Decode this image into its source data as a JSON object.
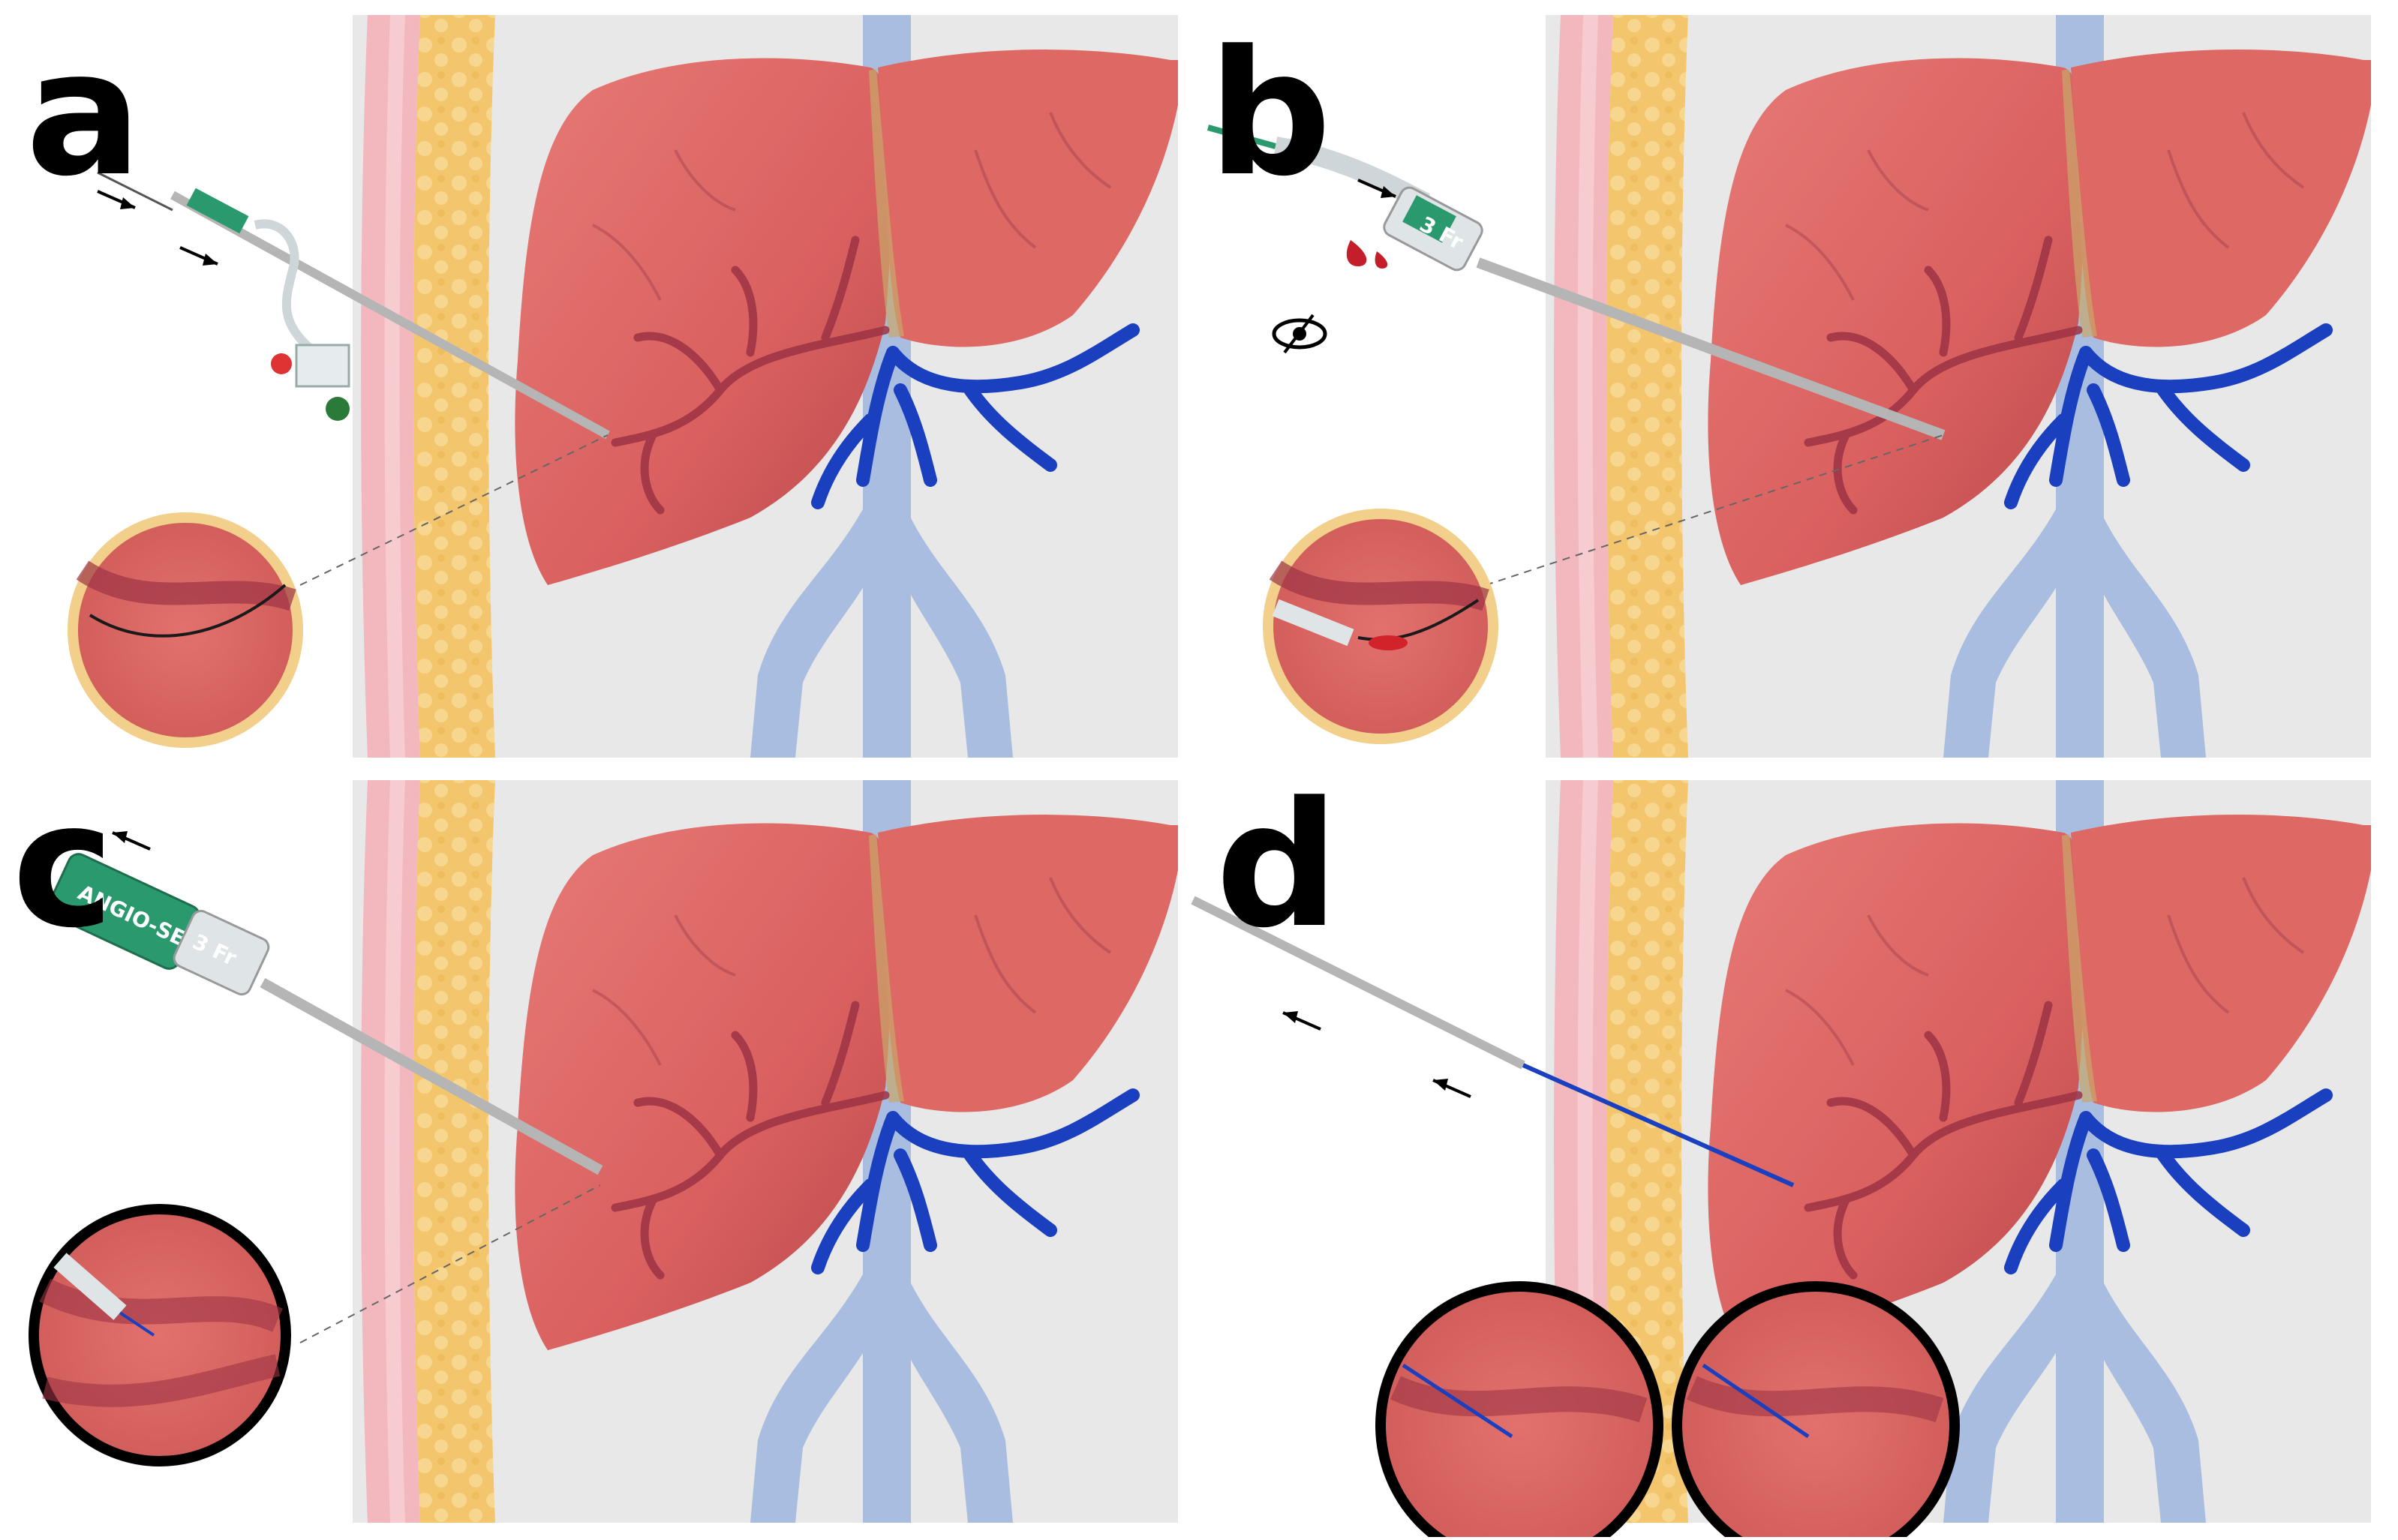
{
  "panels": [
    {
      "id": "a",
      "label": "a"
    },
    {
      "id": "b",
      "label": "b"
    },
    {
      "id": "c",
      "label": "c"
    },
    {
      "id": "d",
      "label": "d"
    }
  ],
  "device_text": {
    "hub_mark_b": "3 Fr",
    "sheath_brand_c": "ANGIO-SEAL",
    "hub_mark_c": "3 Fr"
  },
  "colors": {
    "background": "#e8e8e8",
    "skin": "#f2b8be",
    "fat": "#f3c66e",
    "liver": "#d9605f",
    "liver_dark": "#a83f45",
    "vessel_red": "#9c3344",
    "hepatic_vein": "#1a3fbf",
    "ivc": "#a9bde0",
    "inset_border_top": "#f2cf8a",
    "inset_border_bottom": "#000000",
    "hub_green": "#2a9a6e",
    "needle": "#b5b5b5"
  },
  "icons": [
    "arrow-icon",
    "eye-icon",
    "blood-drop-icon"
  ]
}
